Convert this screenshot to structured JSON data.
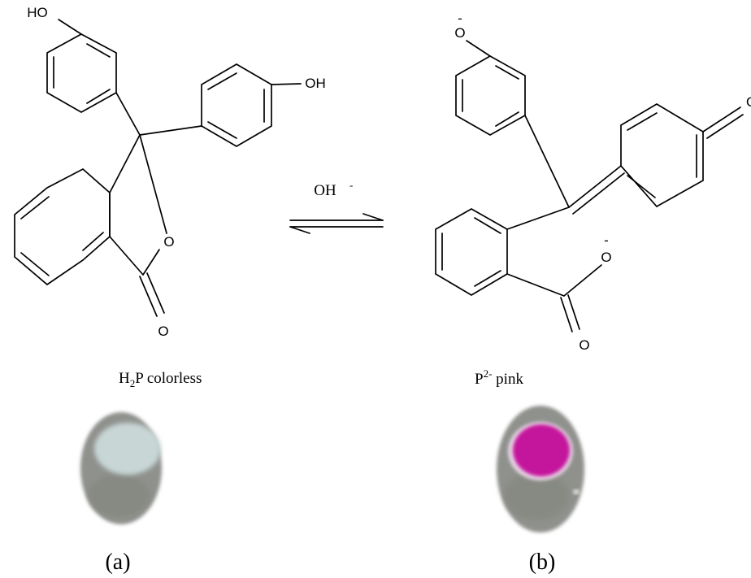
{
  "left_molecule": {
    "atoms": {
      "top_hydroxyl": "HO",
      "right_hydroxyl": "OH",
      "ring_oxygen": "O",
      "carbonyl_oxygen": "O"
    },
    "caption": {
      "main": "H",
      "subscript": "2",
      "rest": "P colorless"
    },
    "panel_label": "(a)"
  },
  "reaction": {
    "reagent": "OH",
    "reagent_charge": "-"
  },
  "right_molecule": {
    "atoms": {
      "phenoxide_oxygen": "O",
      "phenoxide_charge": "-",
      "quinone_oxygen": "O",
      "carboxylate_oxygen": "O",
      "carboxylate_charge": "-",
      "carbonyl_oxygen": "O"
    },
    "caption": {
      "main": "P",
      "superscript": "2-",
      "rest": " pink"
    },
    "panel_label": "(b)"
  },
  "colors": {
    "test_card": "#8f918d",
    "colorless_spot": "#c8d6d5",
    "pink_spot": "#c4189c"
  }
}
